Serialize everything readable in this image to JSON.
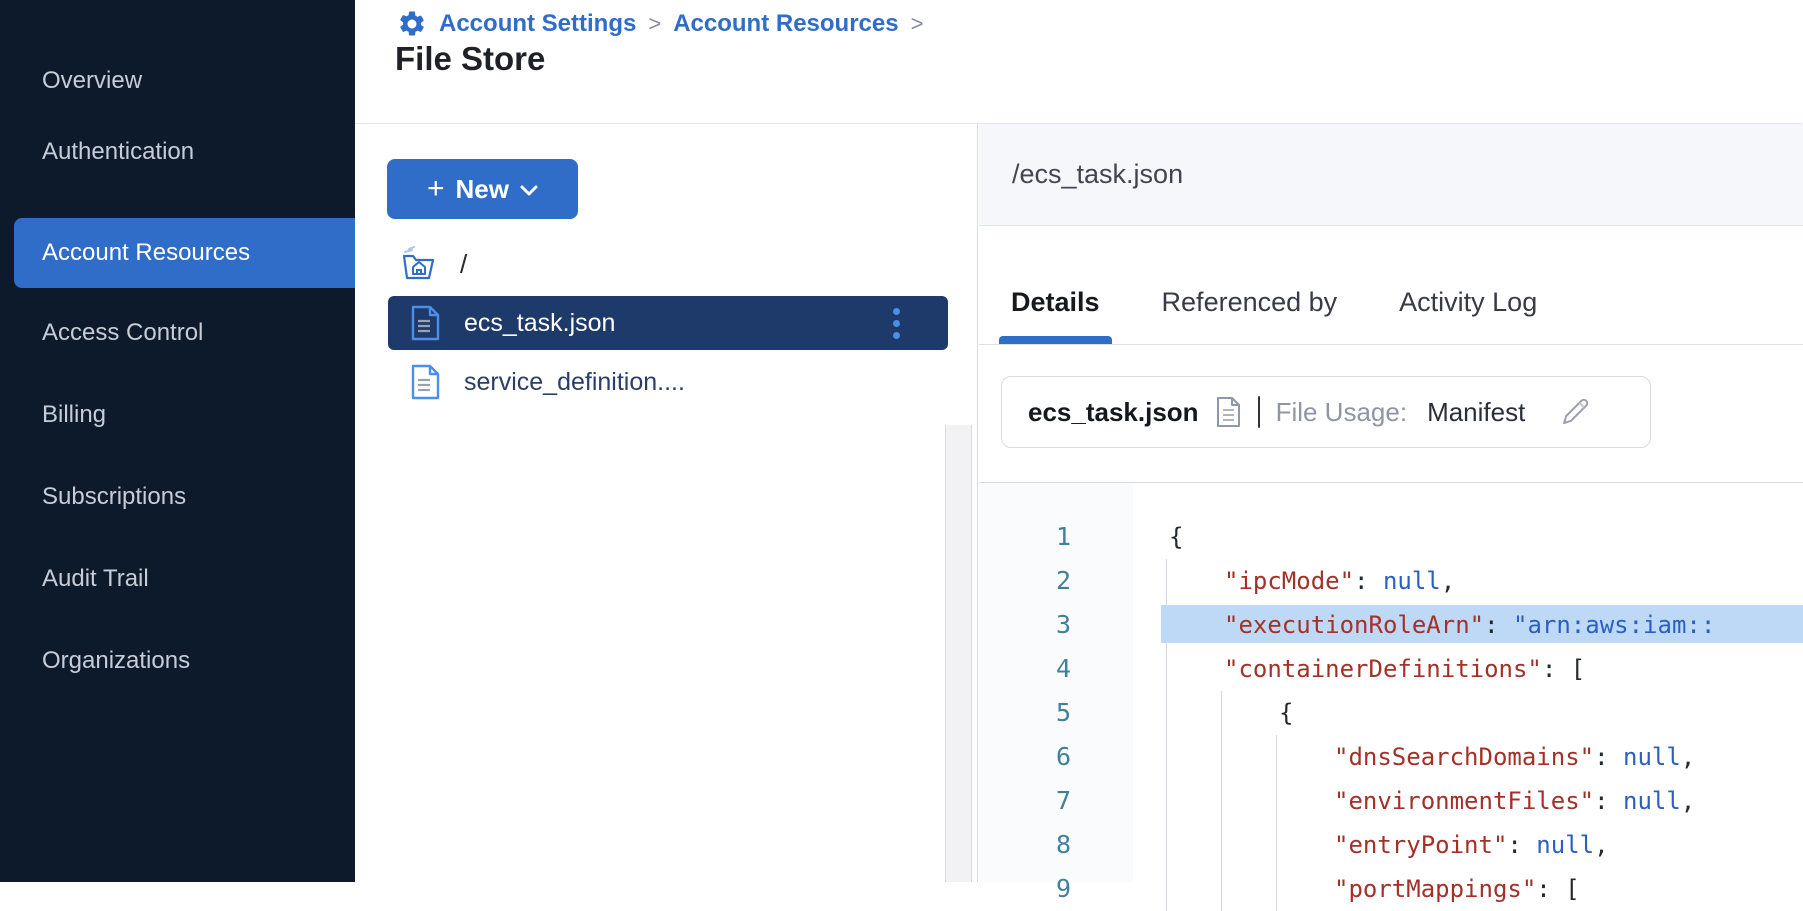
{
  "colors": {
    "accent_blue": "#2f6dc9",
    "sidebar_bg": "#0c1a2c",
    "selected_row_bg": "#1d3a6b",
    "line_highlight": "#bed9f5",
    "json_key": "#a43028",
    "json_value": "#2c5fc4",
    "line_number": "#41809a"
  },
  "sidebar": {
    "items": [
      {
        "label": "Overview",
        "active": false
      },
      {
        "label": "Authentication",
        "active": false
      },
      {
        "label": "Account Resources",
        "active": true
      },
      {
        "label": "Access Control",
        "active": false
      },
      {
        "label": "Billing",
        "active": false
      },
      {
        "label": "Subscriptions",
        "active": false
      },
      {
        "label": "Audit Trail",
        "active": false
      },
      {
        "label": "Organizations",
        "active": false
      }
    ]
  },
  "header": {
    "breadcrumb": {
      "items": [
        "Account Settings",
        "Account Resources"
      ],
      "separator": ">"
    },
    "title": "File Store"
  },
  "file_panel": {
    "new_button": {
      "plus": "+",
      "label": "New"
    },
    "root_label": "/",
    "files": [
      {
        "name": "ecs_task.json",
        "selected": true
      },
      {
        "name": "service_definition....",
        "selected": false
      }
    ]
  },
  "details_panel": {
    "path": "/ecs_task.json",
    "tabs": [
      {
        "label": "Details",
        "active": true
      },
      {
        "label": "Referenced by",
        "active": false
      },
      {
        "label": "Activity Log",
        "active": false
      }
    ],
    "file_card": {
      "name": "ecs_task.json",
      "usage_label": "File Usage:",
      "usage_value": "Manifest"
    },
    "code": {
      "lines": [
        {
          "n": 1,
          "indent": 0,
          "guides": 0,
          "highlighted": false,
          "segments": [
            {
              "t": "{",
              "c": "p"
            }
          ]
        },
        {
          "n": 2,
          "indent": 1,
          "guides": 1,
          "highlighted": false,
          "segments": [
            {
              "t": "\"ipcMode\"",
              "c": "k"
            },
            {
              "t": ": ",
              "c": "p"
            },
            {
              "t": "null",
              "c": "v"
            },
            {
              "t": ",",
              "c": "p"
            }
          ]
        },
        {
          "n": 3,
          "indent": 1,
          "guides": 1,
          "highlighted": true,
          "segments": [
            {
              "t": "\"executionRoleArn\"",
              "c": "k"
            },
            {
              "t": ": ",
              "c": "p"
            },
            {
              "t": "\"arn:aws:iam::",
              "c": "v"
            }
          ]
        },
        {
          "n": 4,
          "indent": 1,
          "guides": 1,
          "highlighted": false,
          "segments": [
            {
              "t": "\"containerDefinitions\"",
              "c": "k"
            },
            {
              "t": ": ",
              "c": "p"
            },
            {
              "t": "[",
              "c": "p"
            }
          ]
        },
        {
          "n": 5,
          "indent": 2,
          "guides": 2,
          "highlighted": false,
          "segments": [
            {
              "t": "{",
              "c": "p"
            }
          ]
        },
        {
          "n": 6,
          "indent": 3,
          "guides": 3,
          "highlighted": false,
          "segments": [
            {
              "t": "\"dnsSearchDomains\"",
              "c": "k"
            },
            {
              "t": ": ",
              "c": "p"
            },
            {
              "t": "null",
              "c": "v"
            },
            {
              "t": ",",
              "c": "p"
            }
          ]
        },
        {
          "n": 7,
          "indent": 3,
          "guides": 3,
          "highlighted": false,
          "segments": [
            {
              "t": "\"environmentFiles\"",
              "c": "k"
            },
            {
              "t": ": ",
              "c": "p"
            },
            {
              "t": "null",
              "c": "v"
            },
            {
              "t": ",",
              "c": "p"
            }
          ]
        },
        {
          "n": 8,
          "indent": 3,
          "guides": 3,
          "highlighted": false,
          "segments": [
            {
              "t": "\"entryPoint\"",
              "c": "k"
            },
            {
              "t": ": ",
              "c": "p"
            },
            {
              "t": "null",
              "c": "v"
            },
            {
              "t": ",",
              "c": "p"
            }
          ]
        },
        {
          "n": 9,
          "indent": 3,
          "guides": 3,
          "highlighted": false,
          "segments": [
            {
              "t": "\"portMappings\"",
              "c": "k"
            },
            {
              "t": ": ",
              "c": "p"
            },
            {
              "t": "[",
              "c": "p"
            }
          ]
        }
      ]
    }
  }
}
